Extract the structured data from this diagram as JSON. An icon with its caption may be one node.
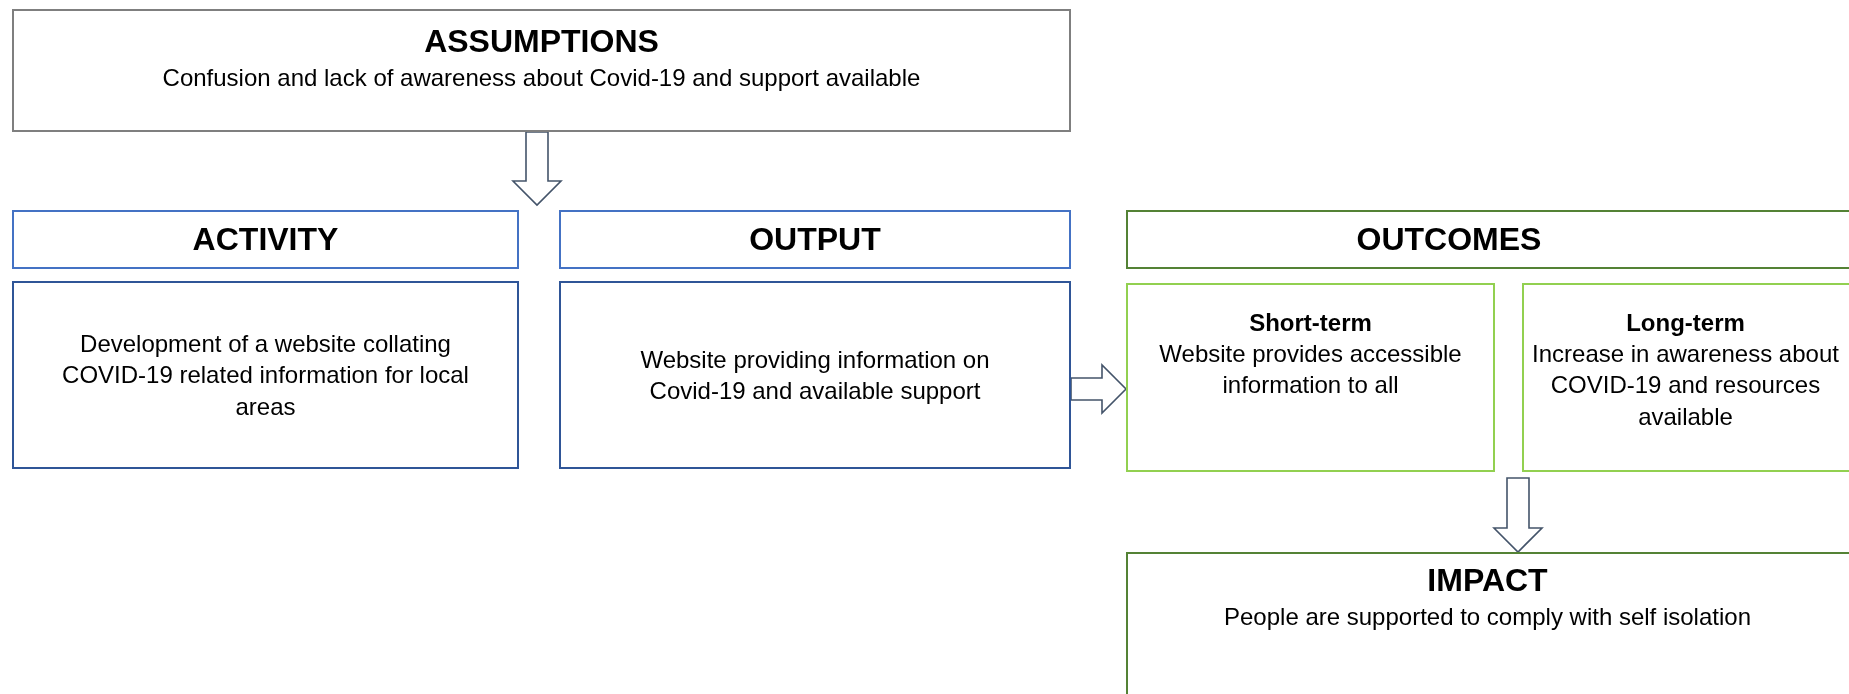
{
  "diagram": {
    "nodes": [
      {
        "text": [
          "ASSUMPTIONS",
          "Confusion and lack of awareness about Covid-19 and support available"
        ]
      },
      {
        "text": [
          "ACTIVITY"
        ]
      },
      {
        "text": [
          "Development of a website collating COVID-19 related information for local areas"
        ]
      },
      {
        "text": [
          "OUTPUT"
        ]
      },
      {
        "text": [
          "Website providing information on Covid-19 and available support"
        ]
      },
      {
        "text": [
          "OUTCOMES"
        ]
      },
      {
        "text": [
          "Short-term",
          "Website provides accessible information to all"
        ]
      },
      {
        "text": [
          "Long-term",
          "Increase in awareness about COVID-19 and resources available"
        ]
      },
      {
        "text": [
          "IMPACT",
          "People are supported to comply with self isolation"
        ]
      }
    ],
    "edges": [
      {
        "from": 0,
        "to": null,
        "arrow": "to"
      },
      {
        "from": 4,
        "to": 6,
        "arrow": "to"
      },
      {
        "from": null,
        "to": 8,
        "arrow": "to"
      }
    ]
  }
}
